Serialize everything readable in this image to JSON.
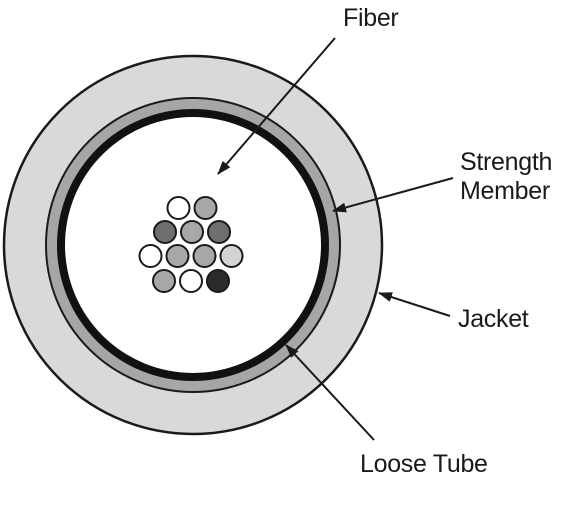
{
  "labels": {
    "fiber": "Fiber",
    "strength_line1": "Strength",
    "strength_line2": "Member",
    "jacket": "Jacket",
    "loose_tube": "Loose Tube"
  },
  "colors": {
    "outline": "#1a1a1a",
    "jacket_fill": "#d9d9d9",
    "strength_member_fill": "#a6a6a6",
    "tube_wall": "#111111",
    "fiber_white": "#ffffff",
    "fiber_light_gray": "#d4d4d4",
    "fiber_gray": "#a8a8a8",
    "fiber_dark_gray": "#6e6e6e",
    "fiber_black": "#2b2b2b"
  },
  "fibers": {
    "count": 12,
    "rows": [
      [
        "white",
        "gray"
      ],
      [
        "dark_gray",
        "gray",
        "dark_gray"
      ],
      [
        "white",
        "gray",
        "gray",
        "light_gray"
      ],
      [
        "gray",
        "white",
        "black"
      ]
    ]
  }
}
